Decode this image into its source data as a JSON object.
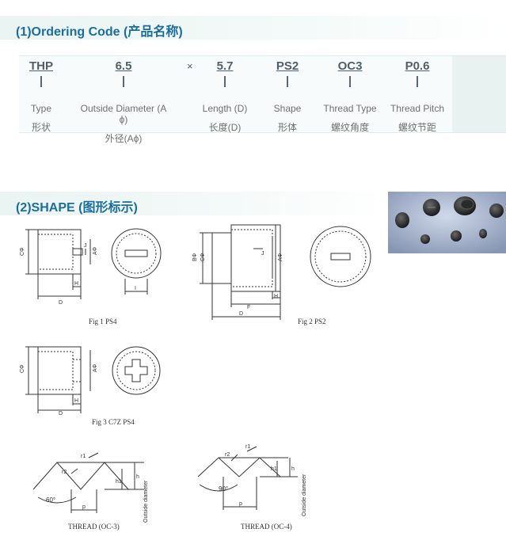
{
  "section1": {
    "title": "(1)Ordering Code (产品名称)"
  },
  "ordering": {
    "times_sign": "×",
    "items": [
      {
        "code": "THP",
        "en": "Type",
        "cn": "形状"
      },
      {
        "code": "6.5",
        "en": "Outside Diameter (A ϕ)",
        "cn": "外径(Aϕ)"
      },
      {
        "code": "5.7",
        "en": "Length (D)",
        "cn": "长度(D)"
      },
      {
        "code": "PS2",
        "en": "Shape",
        "cn": "形体"
      },
      {
        "code": "OC3",
        "en": "Thread Type",
        "cn": "螺纹角度"
      },
      {
        "code": "P0.6",
        "en": "Thread Pitch",
        "cn": "螺纹节距"
      }
    ]
  },
  "section2": {
    "title": "(2)SHAPE (图形标示)"
  },
  "figures": {
    "fig1": "Fig 1 PS4",
    "fig2": "Fig 2 PS2",
    "fig3": "Fig 3 C7Z PS4",
    "thread1": "THREAD (OC-3)",
    "thread2": "THREAD (OC-4)"
  },
  "dims": {
    "c_phi": "CΦ",
    "a_phi": "AΦ",
    "b_phi": "BΦ",
    "j": "J",
    "d": "D",
    "h": "H",
    "f": "F",
    "i": "I",
    "r1": "r1",
    "r2": "r2",
    "h1": "h1",
    "hh": "h",
    "p": "p",
    "angle60": "60°",
    "angle90": "90°",
    "outside_diameter": "Outside diameter"
  }
}
